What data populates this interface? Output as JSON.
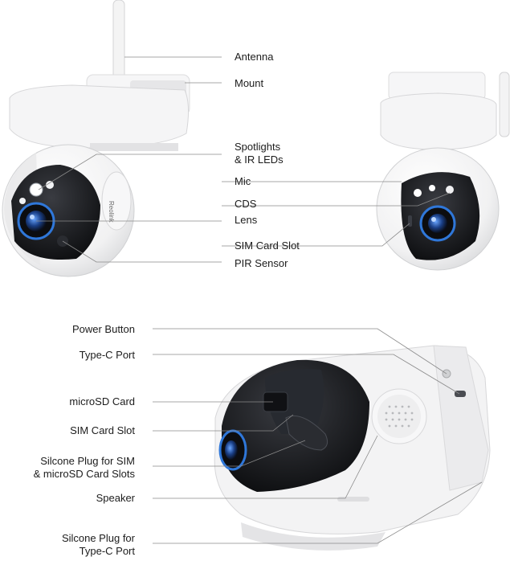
{
  "colors": {
    "body": "#f3f3f3",
    "shadow": "#d9dadc",
    "lens_black": "#141518",
    "lens_ring": "#2f77d9",
    "line": "#8a8a8a",
    "text": "#1c1c1c"
  },
  "icons": {
    "camera_front": "camera-front-view-icon",
    "camera_side": "camera-side-view-icon",
    "camera_bottom": "camera-bottom-view-icon",
    "brand_logo": "brand-logo"
  },
  "brand": {
    "logo_text": "Reolink"
  },
  "top_labels": {
    "antenna": "Antenna",
    "mount": "Mount",
    "spotlights_line1": "Spotlights",
    "spotlights_line2": "& IR LEDs",
    "mic": "Mic",
    "cds": "CDS",
    "lens": "Lens",
    "sim_card_slot": "SIM Card Slot",
    "pir_sensor": "PIR Sensor"
  },
  "bottom_labels": {
    "power_button": "Power Button",
    "type_c_port": "Type-C Port",
    "microsd_card": "microSD Card",
    "sim_card_slot": "SIM Card Slot",
    "silicone_plug_sim_line1": "Silcone Plug for SIM",
    "silicone_plug_sim_line2": "& microSD Card Slots",
    "speaker": "Speaker",
    "silicone_plug_typec_line1": "Silcone Plug for",
    "silicone_plug_typec_line2": "Type-C Port"
  }
}
